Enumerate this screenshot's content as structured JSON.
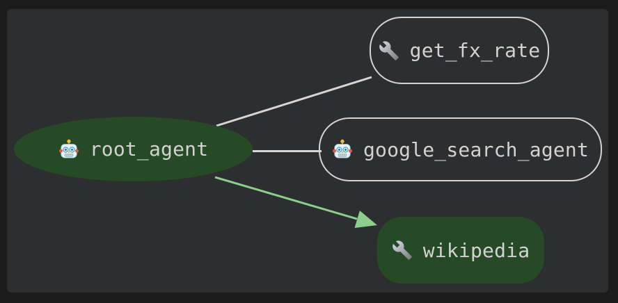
{
  "graph": {
    "nodes": [
      {
        "id": "root_agent",
        "label": "root_agent",
        "icon": "robot-icon",
        "shape": "ellipse",
        "style": "filled"
      },
      {
        "id": "get_fx_rate",
        "label": "get_fx_rate",
        "icon": "wrench-icon",
        "shape": "rounded-rect",
        "style": "outlined"
      },
      {
        "id": "google_search_agent",
        "label": "google_search_agent",
        "icon": "robot-icon",
        "shape": "rounded-rect",
        "style": "outlined"
      },
      {
        "id": "wikipedia",
        "label": "wikipedia",
        "icon": "wrench-icon",
        "shape": "rounded-rect",
        "style": "filled"
      }
    ],
    "edges": [
      {
        "from": "root_agent",
        "to": "get_fx_rate",
        "style": "plain",
        "color": "#d6d6d6"
      },
      {
        "from": "root_agent",
        "to": "google_search_agent",
        "style": "plain",
        "color": "#d6d6d6"
      },
      {
        "from": "root_agent",
        "to": "wikipedia",
        "style": "arrow",
        "color": "#8bce8e"
      }
    ],
    "colors": {
      "node_fill": "#274a26",
      "node_outline": "#d4d4d4",
      "edge": "#d6d6d6",
      "edge_highlight": "#8bce8e",
      "label": "#d2d2d2",
      "canvas_bg": "#2d2e30",
      "frame_bg": "#1b1b1b"
    }
  }
}
